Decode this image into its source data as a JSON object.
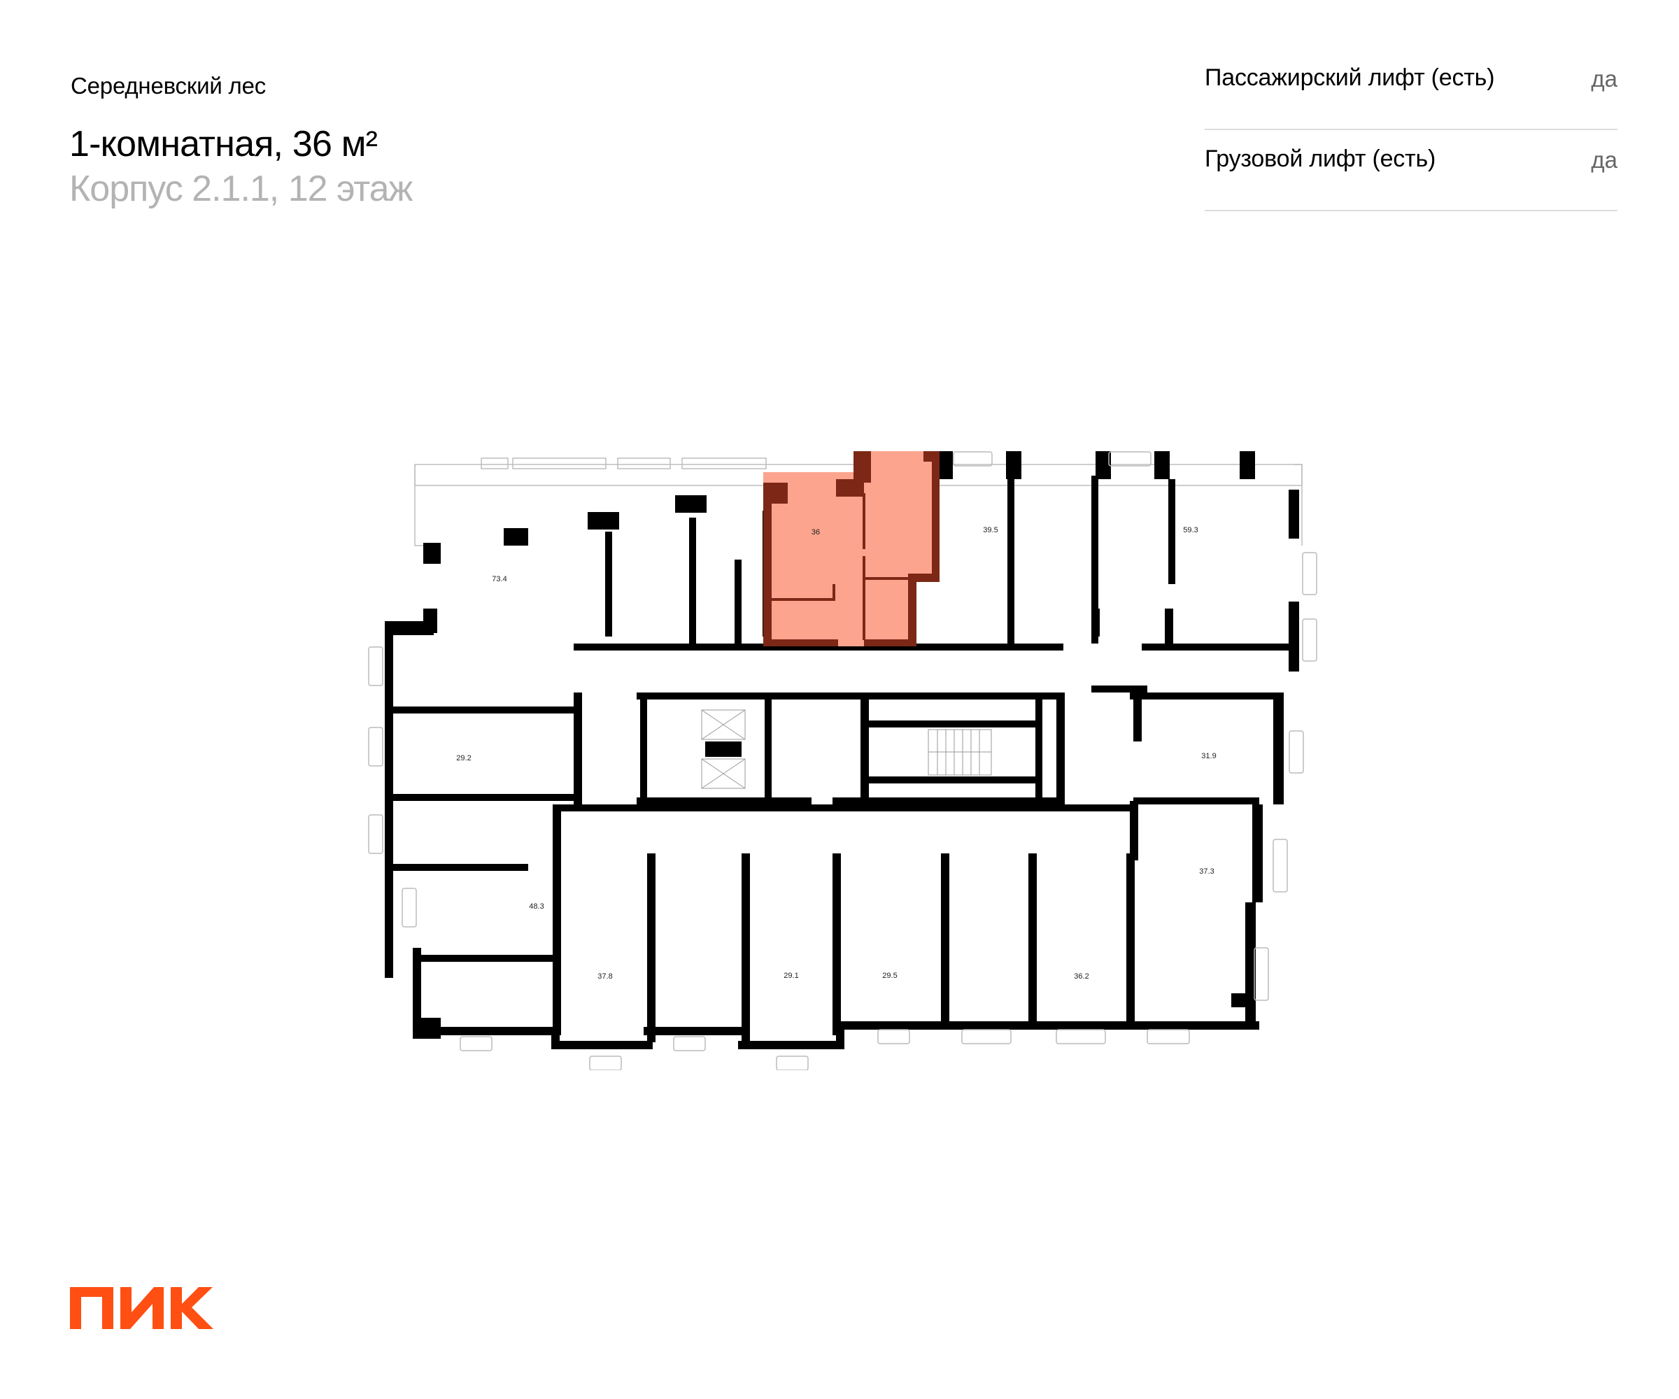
{
  "header": {
    "project_name": "Середневский лес",
    "apartment_title": "1-комнатная, 36 м²",
    "building_floor": "Корпус 2.1.1, 12 этаж"
  },
  "specs": [
    {
      "label": "Пассажирский лифт (есть)",
      "value": "да"
    },
    {
      "label": "Грузовой лифт (есть)",
      "value": "да"
    }
  ],
  "floor_plan": {
    "highlighted_unit": {
      "area": "36",
      "fill": "#FCA48E",
      "wall": "#7D2816"
    },
    "unit_areas": [
      "73.4",
      "36",
      "39.5",
      "59.3",
      "29.2",
      "31.9",
      "48.3",
      "37.3",
      "37.8",
      "29.1",
      "29.5",
      "36.2"
    ],
    "labels": {
      "u73": "73.4",
      "u36": "36",
      "u395": "39.5",
      "u593": "59.3",
      "u292": "29.2",
      "u319": "31.9",
      "u483": "48.3",
      "u373": "37.3",
      "u378": "37.8",
      "u291": "29.1",
      "u295": "29.5",
      "u362": "36.2"
    }
  },
  "brand": {
    "logo_text": "ПИК",
    "color": "#FF4F12"
  }
}
